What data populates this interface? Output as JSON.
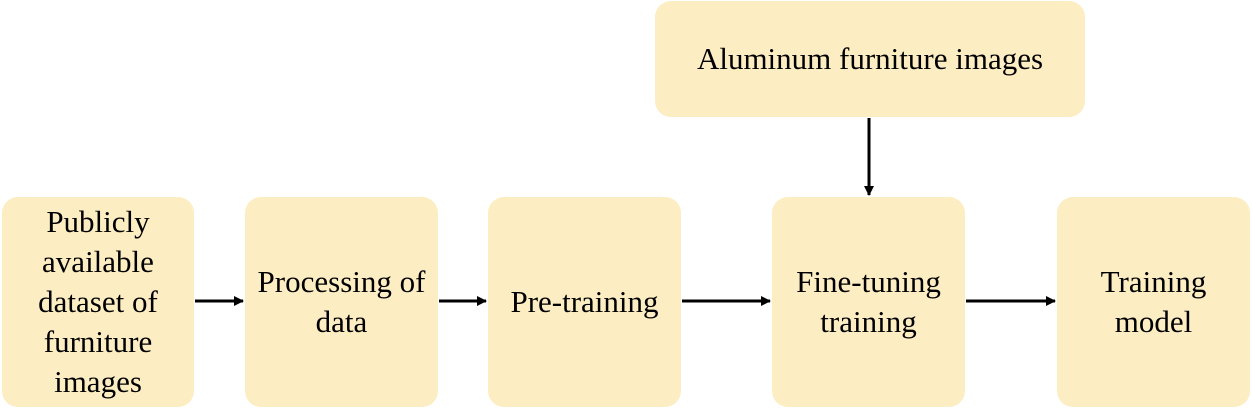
{
  "diagram": {
    "nodes": {
      "dataset": "Publicly\navailable\ndataset of\nfurniture\nimages",
      "processing": "Processing of\ndata",
      "pretraining": "Pre-training",
      "finetuning": "Fine-tuning\ntraining",
      "training_model": "Training\nmodel",
      "aluminum": "Aluminum furniture images"
    },
    "colors": {
      "box_fill": "#fdedc3",
      "arrow": "#000000"
    },
    "edges": [
      {
        "from": "dataset",
        "to": "processing"
      },
      {
        "from": "processing",
        "to": "pretraining"
      },
      {
        "from": "pretraining",
        "to": "finetuning"
      },
      {
        "from": "finetuning",
        "to": "training_model"
      },
      {
        "from": "aluminum",
        "to": "finetuning"
      }
    ]
  }
}
